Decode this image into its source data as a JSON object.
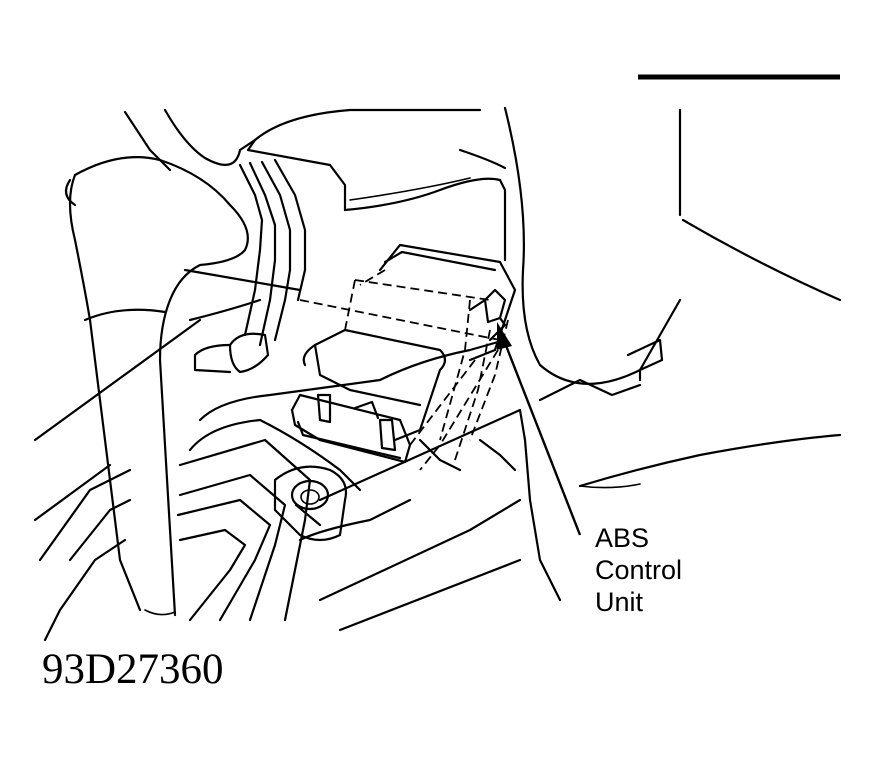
{
  "callout": {
    "line1": "ABS",
    "line2": "Control",
    "line3": "Unit"
  },
  "figure_id": "93D27360",
  "icons": {
    "shift_lever": "gear-shift-lever-icon",
    "abs_unit": "abs-control-unit-icon",
    "arrow": "callout-arrow-icon"
  },
  "colors": {
    "ink": "#000000",
    "paper": "#ffffff"
  }
}
